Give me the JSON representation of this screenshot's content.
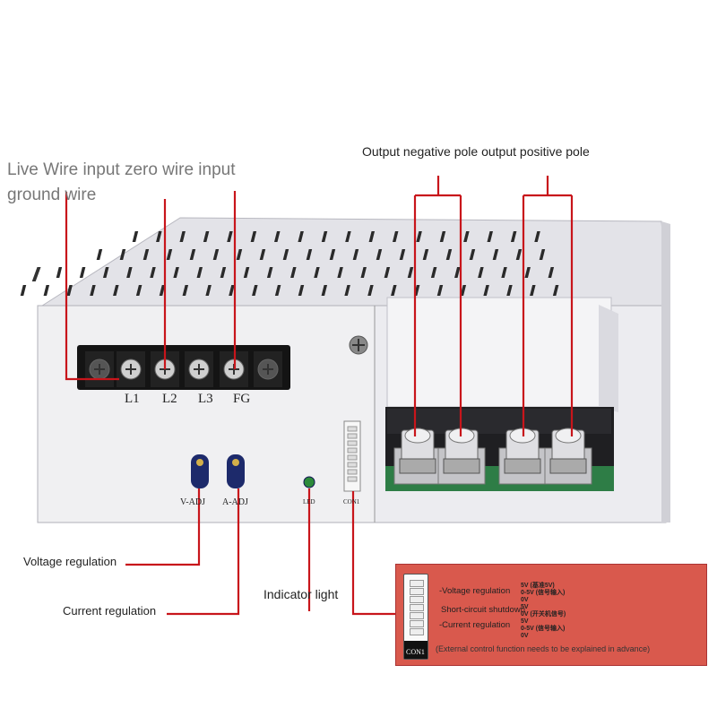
{
  "callouts": {
    "live_wire": "Live Wire input zero wire input ground wire",
    "output_poles": "Output negative pole output positive pole",
    "voltage_regulation": "Voltage regulation",
    "current_regulation": "Current regulation",
    "indicator_light": "Indicator light"
  },
  "panel_labels": {
    "terminals": [
      "L1",
      "L2",
      "L3",
      "FG"
    ],
    "v_adj": "V-ADJ",
    "a_adj": "A-ADJ",
    "led": "LED",
    "con1": "CON1"
  },
  "inset": {
    "connector_label": "CON1",
    "voltage_regulation": "-Voltage regulation",
    "short_circuit": "Short-circuit shutdown",
    "current_regulation": "-Current regulation",
    "signal_values": [
      "5V (基准5V)",
      "0-5V (信号输入)",
      "0V",
      "5V",
      "0V (开关机信号)",
      "5V",
      "0-5V (信号输入)",
      "0V"
    ],
    "note": "(External control function needs to be explained in advance)"
  },
  "colors": {
    "callout_line": "#c8151b",
    "case": "#e6e6ea",
    "inset_bg": "#d9594d"
  }
}
